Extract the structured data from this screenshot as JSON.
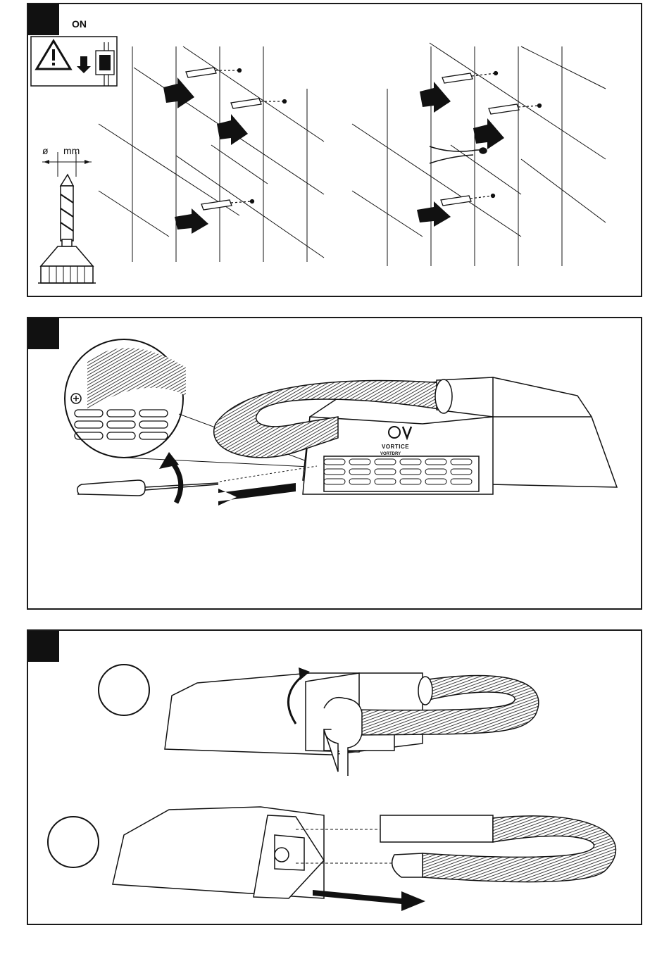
{
  "panels": [
    {
      "name": "step-1",
      "warning": {
        "power_label": "ON"
      },
      "drill": {
        "diameter_symbol": "ø",
        "unit": "mm"
      }
    },
    {
      "name": "step-2",
      "device": {
        "brand": "VORTICE",
        "model": "VORTDRY"
      }
    },
    {
      "name": "step-3"
    }
  ],
  "icons": [
    "warning-triangle-icon",
    "switch-icon",
    "drill-bit-icon",
    "screwdriver-icon",
    "rotate-arrow-icon",
    "push-arrow-icon"
  ],
  "colors": {
    "line": "#1a1a1a",
    "tab": "#111111",
    "background": "#ffffff"
  }
}
